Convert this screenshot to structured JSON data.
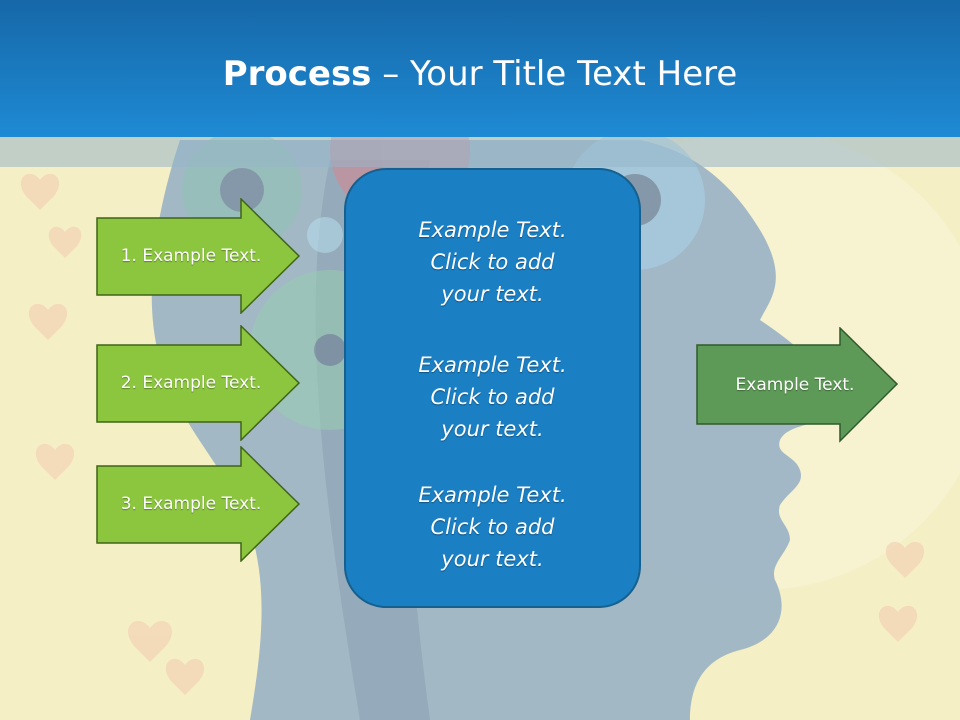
{
  "slide": {
    "title_bold": "Process",
    "title_rest": " – Your Title Text Here"
  },
  "steps": [
    {
      "label": "1. Example Text."
    },
    {
      "label": "2. Example Text."
    },
    {
      "label": "3. Example Text."
    }
  ],
  "center": {
    "items": [
      {
        "line1": "Example Text.",
        "line2": "Click  to add",
        "line3": "your text."
      },
      {
        "line1": "Example Text.",
        "line2": "Click  to add",
        "line3": "your text."
      },
      {
        "line1": "Example Text.",
        "line2": "Click  to add",
        "line3": "your text."
      }
    ]
  },
  "result": {
    "label": "Example Text."
  },
  "colors": {
    "title_bar": "#1e8ad4",
    "step_arrow": "#8cc63f",
    "result_arrow": "#5e9a57",
    "center_box": "#1a7fc3",
    "background": "#f5efc6"
  }
}
